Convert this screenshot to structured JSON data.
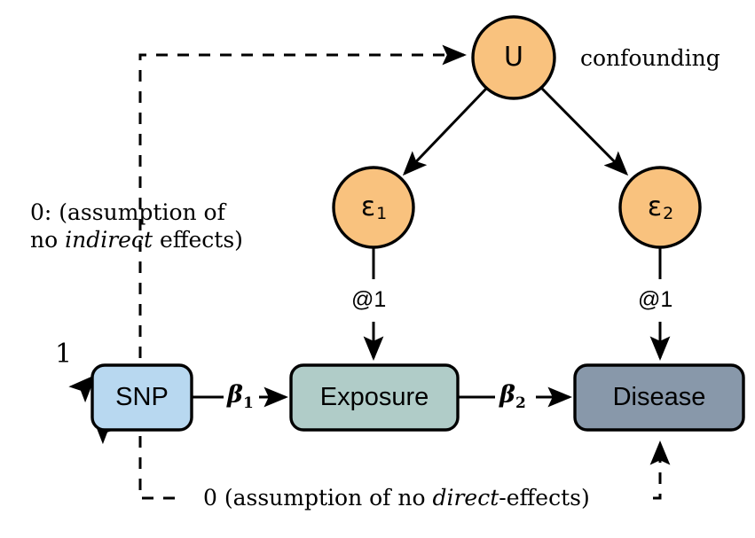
{
  "diagram": {
    "title": "Mendelian randomization path diagram",
    "nodes": {
      "snp": {
        "label": "SNP",
        "fill": "#b8d8f0"
      },
      "exposure": {
        "label": "Exposure",
        "fill": "#b0ccc8"
      },
      "disease": {
        "label": "Disease",
        "fill": "#8898aa"
      },
      "u": {
        "label": "U",
        "fill": "#f9c27e"
      },
      "eps1": {
        "label": "ε",
        "sub": "1",
        "fill": "#f9c27e"
      },
      "eps2": {
        "label": "ε",
        "sub": "2",
        "fill": "#f9c27e"
      }
    },
    "labels": {
      "confounding": "confounding",
      "beta1": "β",
      "beta1_sub": "1",
      "beta2": "β",
      "beta2_sub": "2",
      "at1_left": "@1",
      "at1_right": "@1",
      "self_loop_one": "1",
      "indirect_line1": "0: (assumption of",
      "indirect_line2_pre": "no ",
      "indirect_line2_em": "indirect",
      "indirect_line2_post": " effects)",
      "direct_pre": "0 (assumption of no ",
      "direct_em": "direct",
      "direct_post": "-effects)"
    },
    "colors": {
      "orange": "#f9c27e",
      "blue": "#b8d8f0",
      "teal": "#b0ccc8",
      "slate": "#8898aa",
      "stroke": "#000000",
      "background": "#ffffff"
    }
  }
}
